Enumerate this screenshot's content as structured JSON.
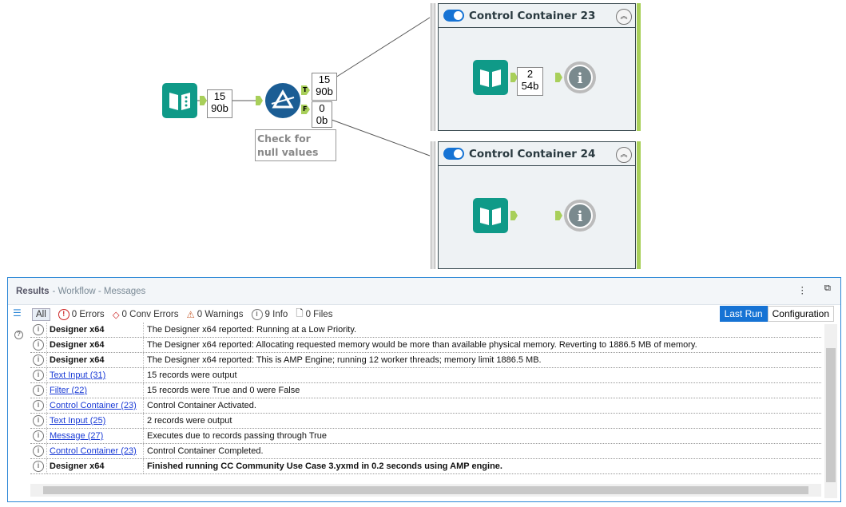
{
  "canvas": {
    "input_count": {
      "records": "15",
      "bytes": "90b"
    },
    "filter_true": {
      "records": "15",
      "bytes": "90b"
    },
    "filter_false": {
      "records": "0",
      "bytes": "0b"
    },
    "filter_true_label": "T",
    "filter_false_label": "F",
    "filter_annotation": "Check for null values",
    "containers": [
      {
        "title": "Control Container 23",
        "count": {
          "records": "2",
          "bytes": "54b"
        }
      },
      {
        "title": "Control Container 24"
      }
    ]
  },
  "results": {
    "title": "Results",
    "subtitle": "- Workflow - Messages",
    "filters": {
      "all": "All",
      "errors": "0 Errors",
      "conv_errors": "0 Conv Errors",
      "warnings": "0 Warnings",
      "info": "9 Info",
      "files": "0 Files"
    },
    "last_run": "Last Run",
    "configuration": "Configuration",
    "rows": [
      {
        "tool": "Designer x64",
        "link": false,
        "message": "The Designer x64 reported: Running at a Low Priority.",
        "bold": false
      },
      {
        "tool": "Designer x64",
        "link": false,
        "message": "The Designer x64 reported: Allocating requested memory would be more than available physical memory. Reverting to 1886.5 MB of memory.",
        "bold": false
      },
      {
        "tool": "Designer x64",
        "link": false,
        "message": "The Designer x64 reported: This is AMP Engine; running 12 worker threads; memory limit 1886.5 MB.",
        "bold": false
      },
      {
        "tool": "Text Input (31)",
        "link": true,
        "message": "15 records were output",
        "bold": false
      },
      {
        "tool": "Filter (22)",
        "link": true,
        "message": "15 records were True and 0 were False",
        "bold": false
      },
      {
        "tool": "Control Container (23)",
        "link": true,
        "message": "Control Container Activated.",
        "bold": false
      },
      {
        "tool": "Text Input (25)",
        "link": true,
        "message": "2 records were output",
        "bold": false
      },
      {
        "tool": "Message (27)",
        "link": true,
        "message": "Executes due to records passing through True",
        "bold": false
      },
      {
        "tool": "Control Container (23)",
        "link": true,
        "message": "Control Container Completed.",
        "bold": false
      },
      {
        "tool": "Designer x64",
        "link": false,
        "message": "Finished running CC Community Use Case 3.yxmd in 0.2 seconds using AMP engine.",
        "bold": true
      }
    ]
  }
}
